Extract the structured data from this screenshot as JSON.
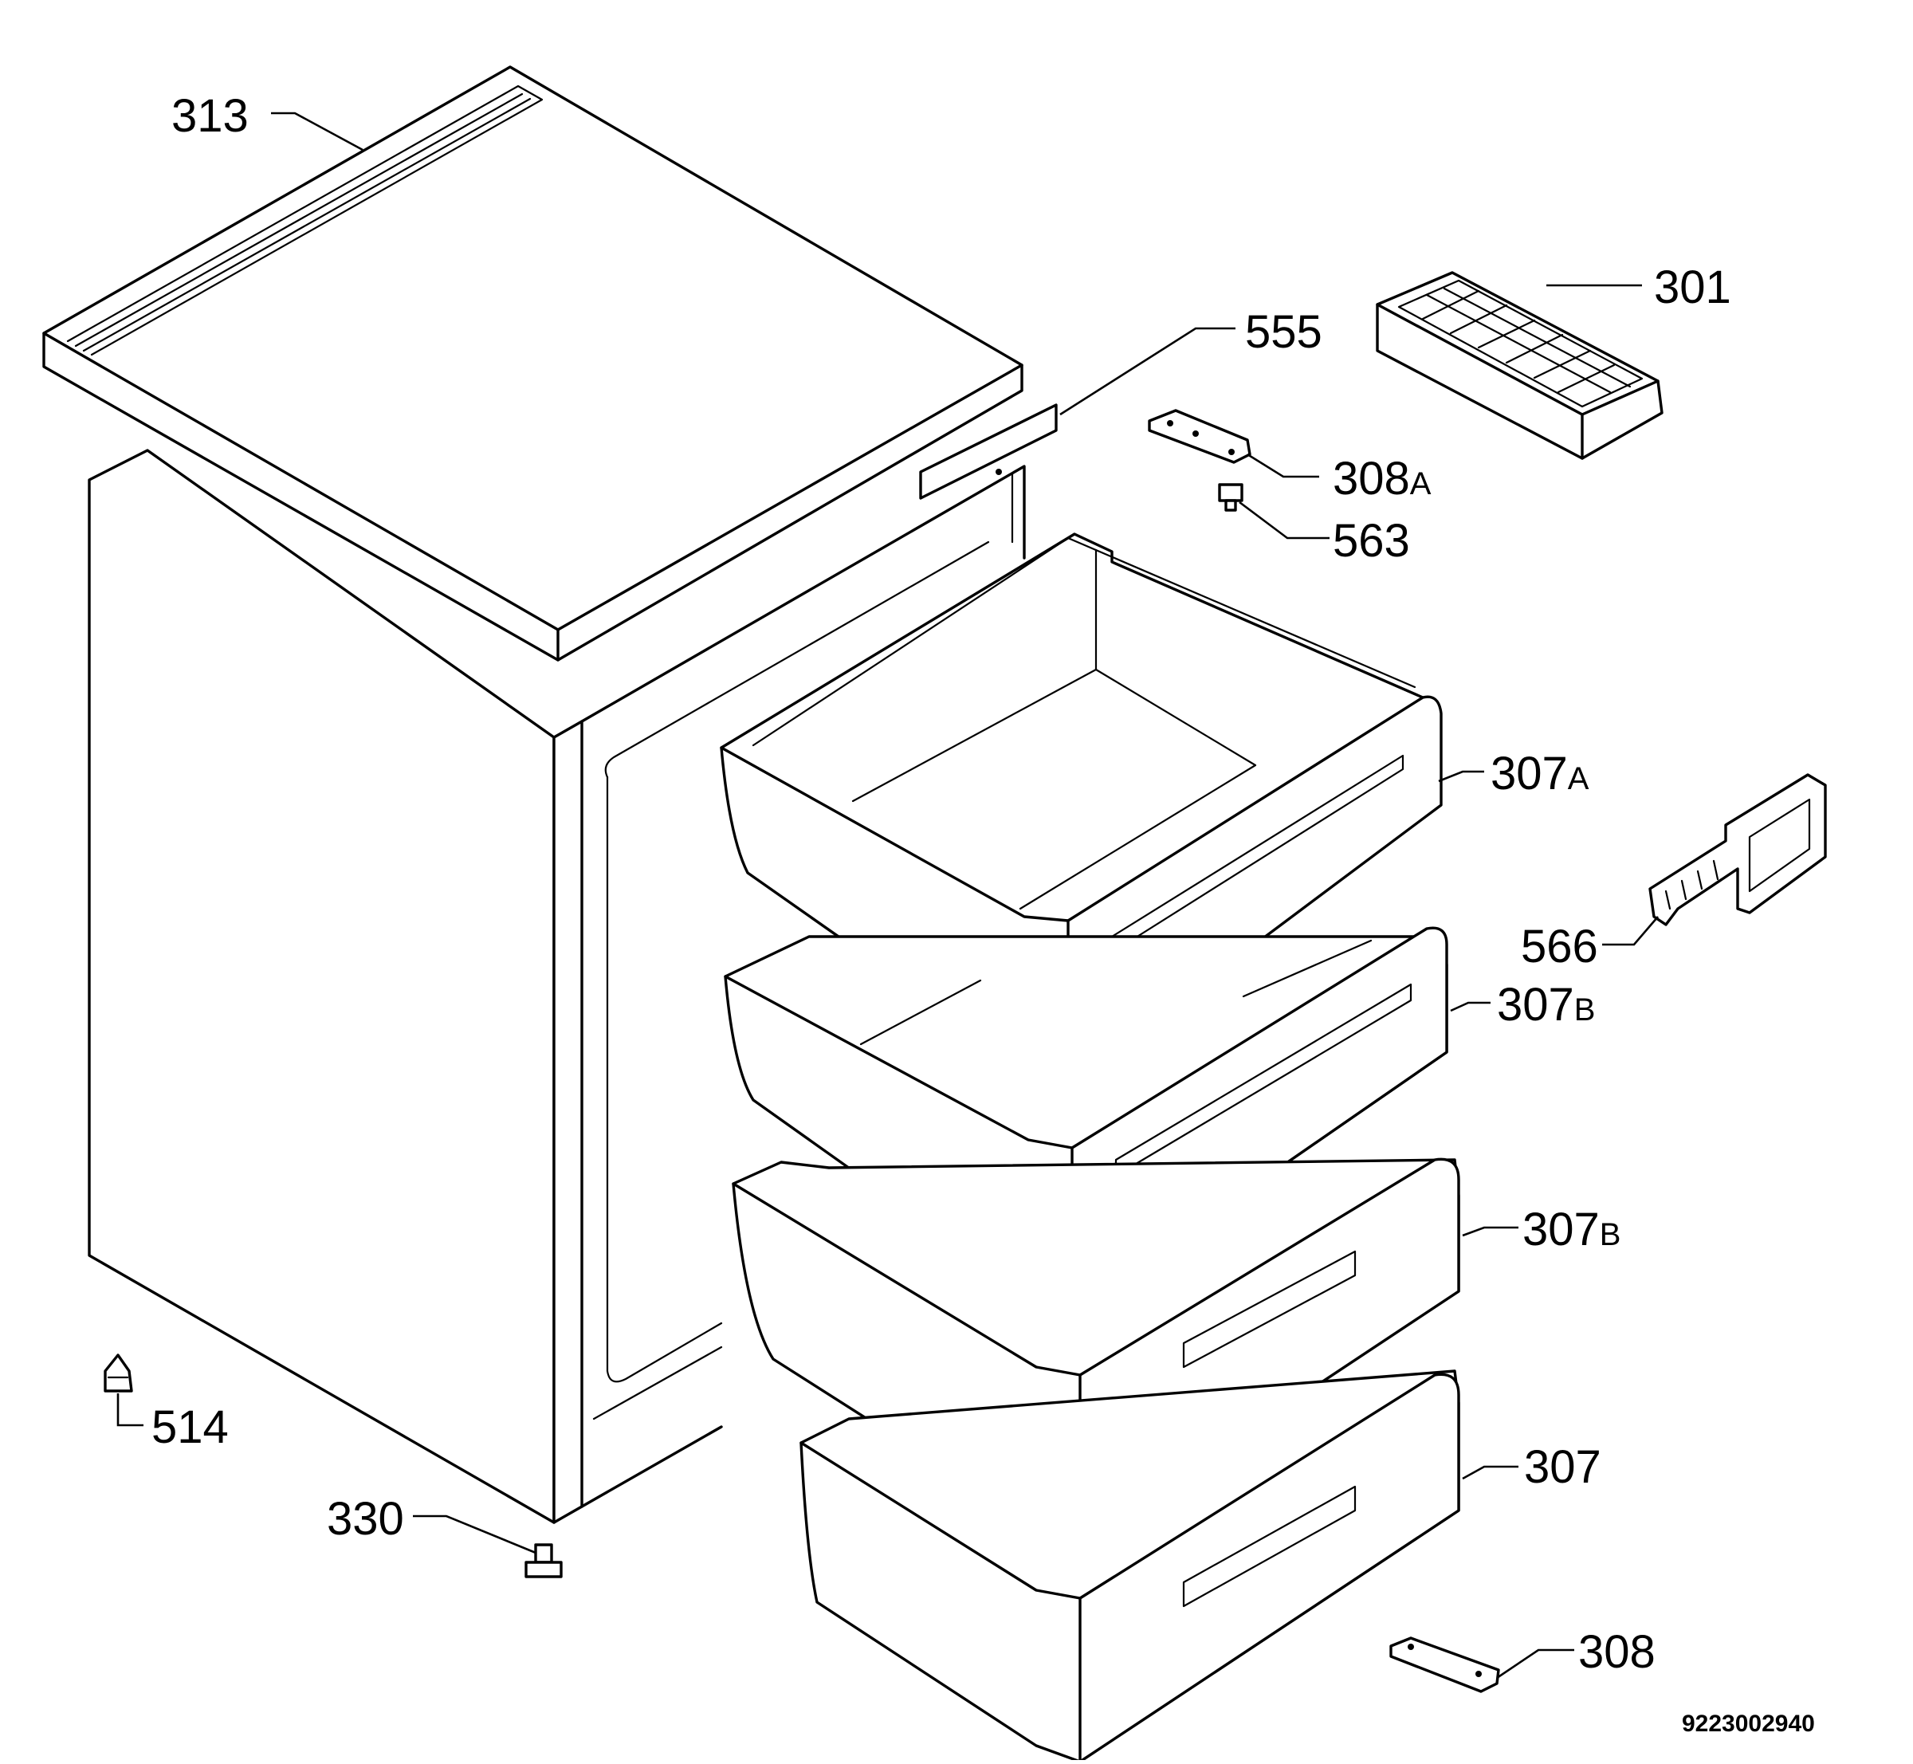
{
  "diagram": {
    "callouts": {
      "c313": "313",
      "c301": "301",
      "c555": "555",
      "c308A": "308",
      "c308A_sub": "A",
      "c563": "563",
      "c307A": "307",
      "c307A_sub": "A",
      "c566": "566",
      "c307B1": "307",
      "c307B1_sub": "B",
      "c307B2": "307",
      "c307B2_sub": "B",
      "c514": "514",
      "c307": "307",
      "c330": "330",
      "c308": "308"
    },
    "drawing_number": "9223002940"
  }
}
